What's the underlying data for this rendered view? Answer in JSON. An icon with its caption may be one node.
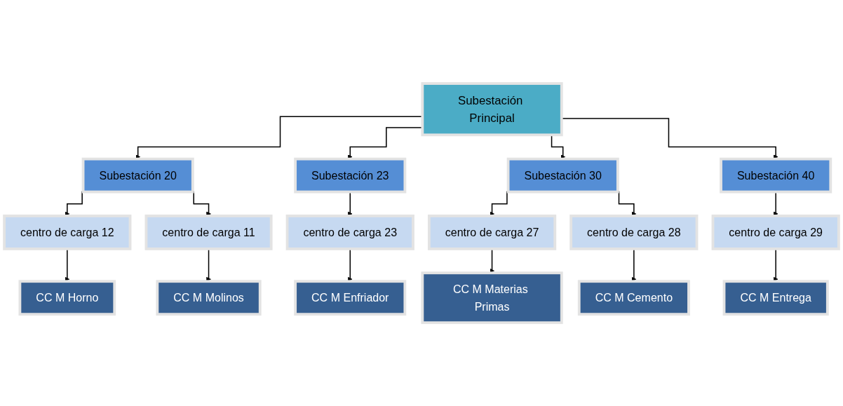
{
  "diagram": {
    "nodes": [
      {
        "text": [
          "Subestación Principal"
        ]
      },
      {
        "text": [
          "Subestación 20"
        ]
      },
      {
        "text": [
          "Subestación 23"
        ]
      },
      {
        "text": [
          "Subestación 30"
        ]
      },
      {
        "text": [
          "Subestación 40"
        ]
      },
      {
        "text": [
          "centro de carga 12"
        ]
      },
      {
        "text": [
          "centro de carga 11"
        ]
      },
      {
        "text": [
          "centro de carga 23"
        ]
      },
      {
        "text": [
          "centro de carga 27"
        ]
      },
      {
        "text": [
          "centro de carga 28"
        ]
      },
      {
        "text": [
          "centro de carga 29"
        ]
      },
      {
        "text": [
          "CC M Horno"
        ]
      },
      {
        "text": [
          "CC M Molinos"
        ]
      },
      {
        "text": [
          "CC M Enfriador"
        ]
      },
      {
        "text": [
          "CC M Materias Primas"
        ]
      },
      {
        "text": [
          "CC M Cemento"
        ]
      },
      {
        "text": [
          "CC M Entrega"
        ]
      }
    ],
    "edges": [
      {
        "from": 0,
        "to": 1,
        "arrow": "to"
      },
      {
        "from": 0,
        "to": 2,
        "arrow": "to"
      },
      {
        "from": 0,
        "to": 3,
        "arrow": "to"
      },
      {
        "from": 0,
        "to": 4,
        "arrow": "to"
      },
      {
        "from": 1,
        "to": 5,
        "arrow": "to"
      },
      {
        "from": 1,
        "to": 6,
        "arrow": "to"
      },
      {
        "from": 2,
        "to": 7,
        "arrow": "to"
      },
      {
        "from": 3,
        "to": 8,
        "arrow": "to"
      },
      {
        "from": 3,
        "to": 9,
        "arrow": "to"
      },
      {
        "from": 4,
        "to": 10,
        "arrow": "to"
      },
      {
        "from": 5,
        "to": 11,
        "arrow": "to"
      },
      {
        "from": 6,
        "to": 12,
        "arrow": "to"
      },
      {
        "from": 7,
        "to": 13,
        "arrow": "to"
      },
      {
        "from": 8,
        "to": 14,
        "arrow": "to"
      },
      {
        "from": 9,
        "to": 15,
        "arrow": "to"
      },
      {
        "from": 10,
        "to": 16,
        "arrow": "to"
      }
    ]
  }
}
